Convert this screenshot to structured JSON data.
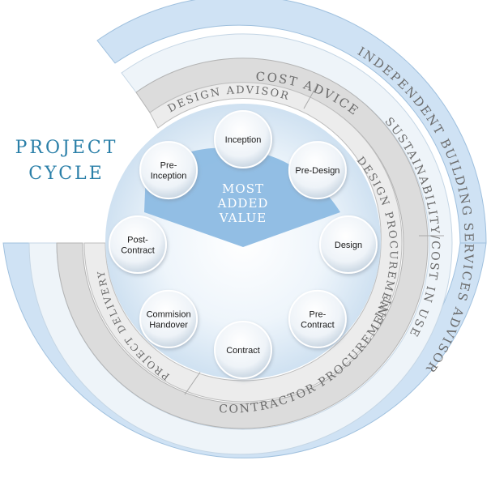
{
  "title": {
    "line1": "PROJECT",
    "line2": "CYCLE"
  },
  "center": {
    "line1": "MOST",
    "line2": "ADDED",
    "line3": "VALUE"
  },
  "rings": {
    "independent": "INDEPENDENT BUILDING SERVICES ADVISOR",
    "cost": "COST ADVICE",
    "sustain": "SUSTAINABILITY/COST IN USE",
    "contractor": "CONTRACTOR PROCUREMENT",
    "design_advisor": "DESIGN ADVISOR",
    "design_procurement": "DESIGN PROCUREMENT",
    "project_delivery": "PROJECT DELIVERY"
  },
  "stages": [
    {
      "id": "inception",
      "lines": [
        "Inception"
      ]
    },
    {
      "id": "pre-design",
      "lines": [
        "Pre-Design"
      ]
    },
    {
      "id": "design",
      "lines": [
        "Design"
      ]
    },
    {
      "id": "pre-contract",
      "lines": [
        "Pre-",
        "Contract"
      ]
    },
    {
      "id": "contract",
      "lines": [
        "Contract"
      ]
    },
    {
      "id": "commision-handover",
      "lines": [
        "Commision",
        "Handover"
      ]
    },
    {
      "id": "post-contract",
      "lines": [
        "Post-",
        "Contract"
      ]
    },
    {
      "id": "pre-inception",
      "lines": [
        "Pre-",
        "Inception"
      ]
    }
  ],
  "colors": {
    "title": "#2a7fa8",
    "outer_ring": "#c9dff3",
    "light_ring": "#eef4f9",
    "grey_ring": "#dcdcdc",
    "center_value": "#8cbbe3"
  }
}
